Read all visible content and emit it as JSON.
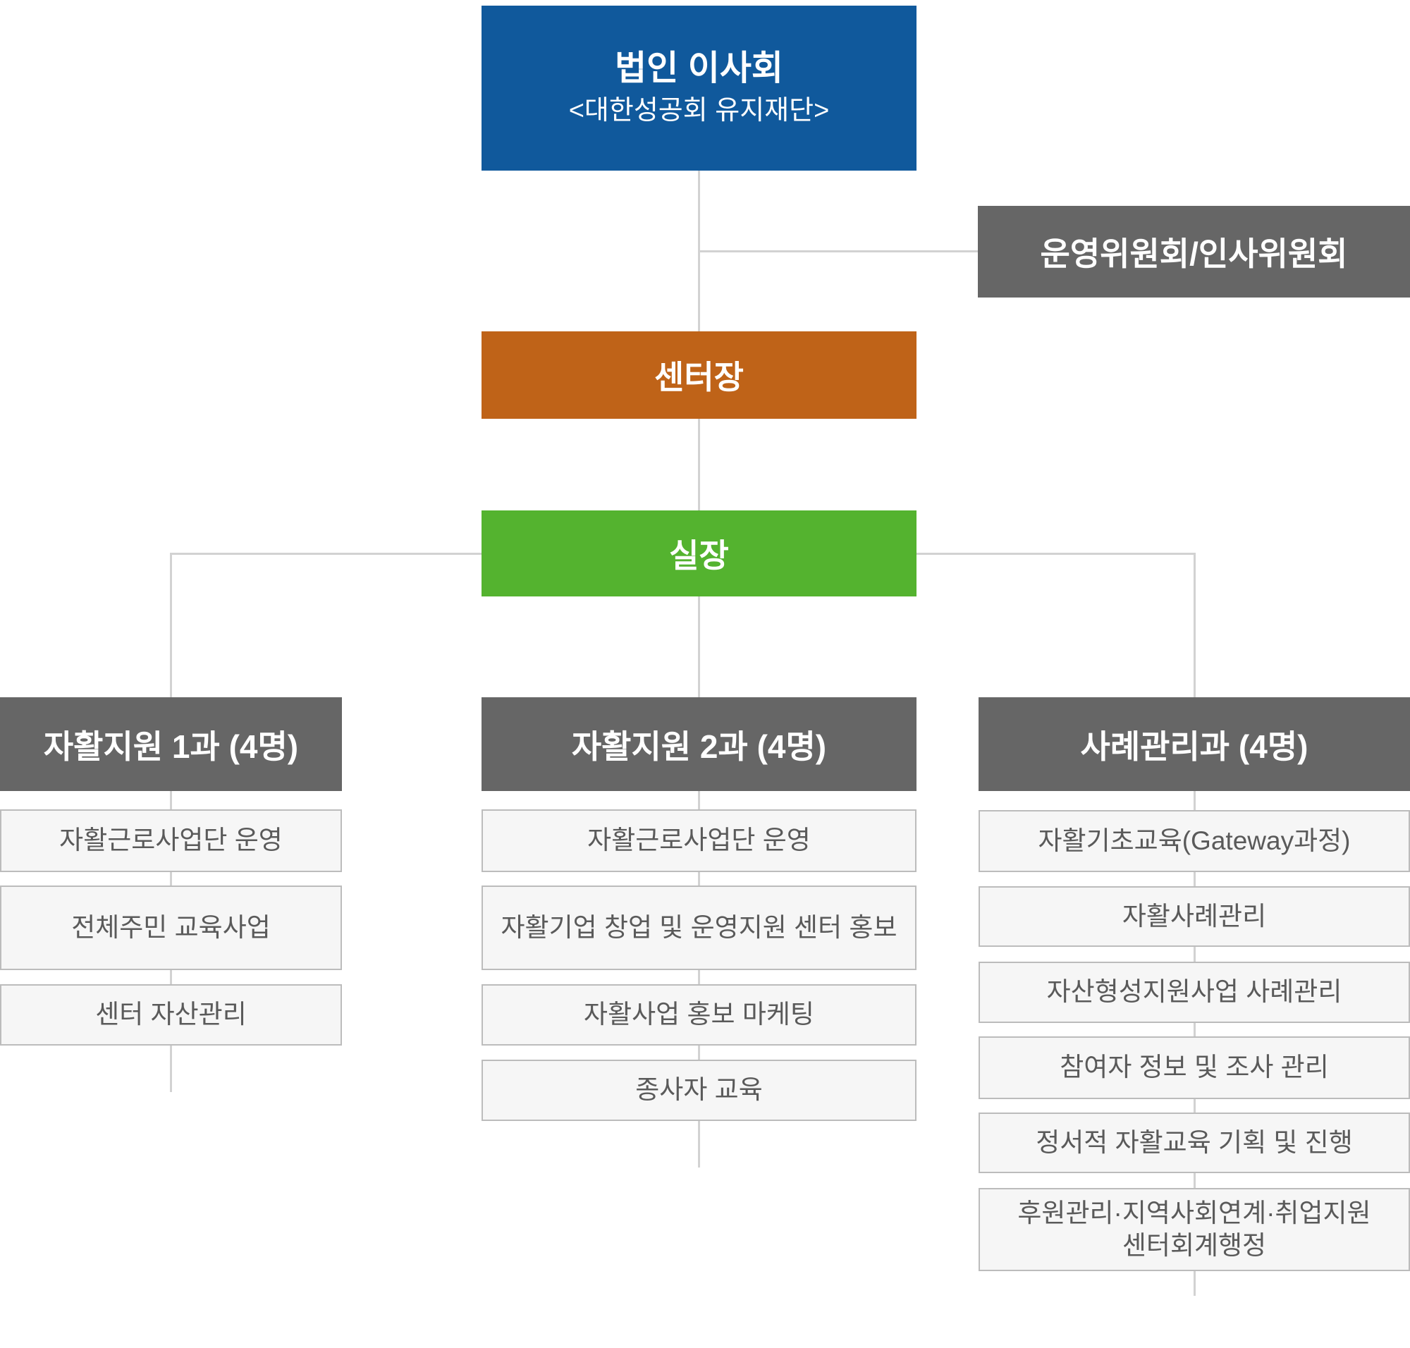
{
  "page": {
    "background": "#ffffff",
    "type": "organization-chart"
  },
  "colors": {
    "board_blue": "#10599c",
    "committee_gray": "#666666",
    "director_orange": "#bf6318",
    "chief_green": "#54b32f",
    "department_gray": "#666666",
    "connector_line": "#d2d2d2",
    "item_background": "#f6f6f6",
    "item_border": "#bcbcbc",
    "item_text": "#5a5a5a",
    "box_text": "#ffffff"
  },
  "org": {
    "board": {
      "title": "법인 이사회",
      "subtitle": "<대한성공회 유지재단>"
    },
    "committee": {
      "label": "운영위원회/인사위원회"
    },
    "director": {
      "label": "센터장"
    },
    "chief": {
      "label": "실장"
    },
    "departments": [
      {
        "name": "자활지원 1과 (4명)",
        "items": [
          "자활근로사업단 운영",
          "전체주민 교육사업",
          "센터 자산관리"
        ]
      },
      {
        "name": "자활지원 2과 (4명)",
        "items": [
          "자활근로사업단 운영",
          "자활기업 창업 및 운영지원 센터 홍보",
          "자활사업 홍보 마케팅",
          "종사자 교육"
        ]
      },
      {
        "name": "사례관리과 (4명)",
        "items": [
          "자활기초교육(Gateway과정)",
          "자활사례관리",
          "자산형성지원사업 사례관리",
          "참여자 정보 및 조사 관리",
          "정서적 자활교육 기획 및 진행",
          "후원관리·지역사회연계·취업지원\n센터회계행정"
        ]
      }
    ]
  }
}
